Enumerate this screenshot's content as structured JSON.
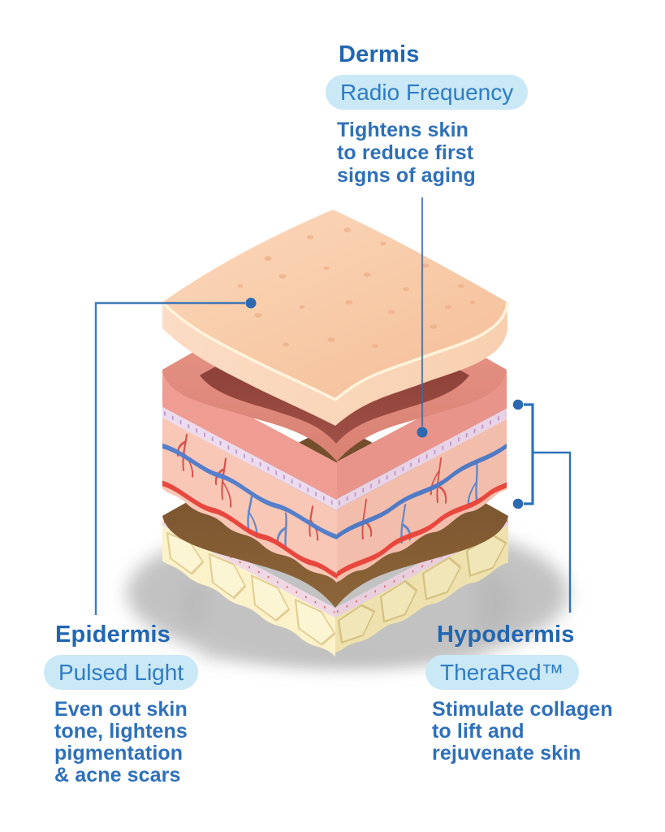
{
  "annotations": {
    "dermis": {
      "heading": "Dermis",
      "treatment": "Radio Frequency",
      "description_lines": [
        "Tightens skin",
        "to reduce first",
        "signs of aging"
      ]
    },
    "epidermis": {
      "heading": "Epidermis",
      "treatment": "Pulsed Light",
      "description_lines": [
        "Even out skin",
        "tone, lightens",
        "pigmentation",
        "& acne scars"
      ]
    },
    "hypodermis": {
      "heading": "Hypodermis",
      "treatment": "TheraRed™",
      "description_lines": [
        "Stimulate collagen",
        "to lift and",
        "rejuvenate skin"
      ]
    }
  },
  "palette": {
    "heading_text": "#2166b1",
    "body_text": "#2e70b8",
    "pill_background": "#cae8f6",
    "pill_text": "#2e7cc4",
    "connector_blue": "#2e6eb6",
    "epidermis_top": "#f8cca9",
    "epidermis_edge_cream": "#fff3db",
    "dermis_pink": "#f8c7b6",
    "dermis_maroon": "#8e4238",
    "membrane_lavender": "#ecdaee",
    "vessel_blue": "#567fcb",
    "vessel_red": "#e8473e",
    "hypodermis_brown": "#85603a",
    "fat_yellow": "#fbf2ca",
    "shadow_gray": "#c2c2c2"
  }
}
